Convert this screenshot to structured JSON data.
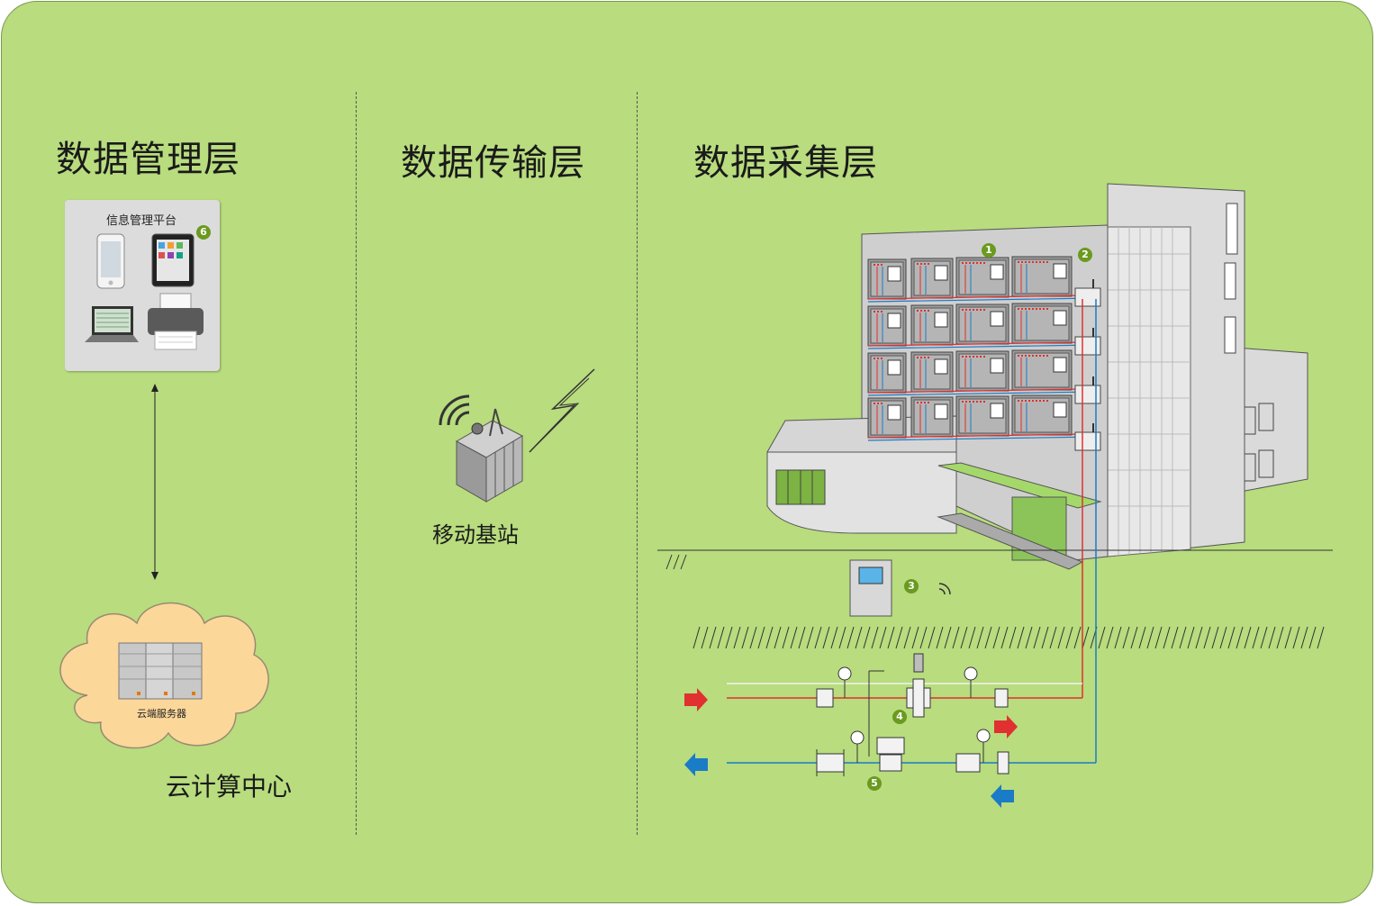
{
  "layers": {
    "management": "数据管理层",
    "transmission": "数据传输层",
    "collection": "数据采集层"
  },
  "platform": {
    "title": "信息管理平台",
    "badge": "6"
  },
  "cloud": {
    "server_label": "云端服务器",
    "center_label": "云计算中心"
  },
  "base_station": {
    "label": "移动基站"
  },
  "badges": {
    "b1": "1",
    "b2": "2",
    "b3": "3",
    "b4": "4",
    "b5": "5"
  },
  "colors": {
    "background": "#b8dc7e",
    "supply_pipe": "#e03030",
    "return_pipe": "#1a7bc6",
    "badge": "#6a9a1f"
  }
}
